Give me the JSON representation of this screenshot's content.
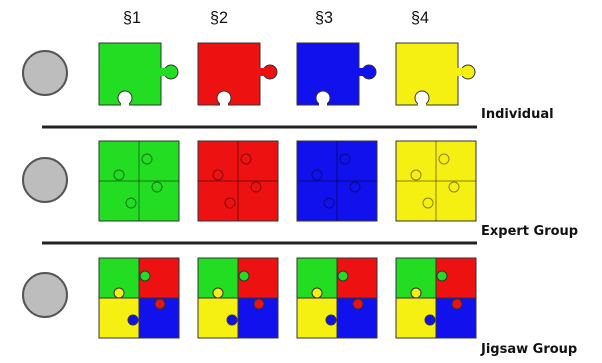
{
  "sections": [
    "§1",
    "§2",
    "§3",
    "§4"
  ],
  "rows": [
    {
      "label": "Individual",
      "kind": "single-piece"
    },
    {
      "label": "Expert Group",
      "kind": "four-piece-same-color"
    },
    {
      "label": "Jigsaw Group",
      "kind": "four-piece-mixed"
    }
  ],
  "colors": {
    "green": "#22dd22",
    "red": "#ee1111",
    "blue": "#1111ee",
    "yellow": "#f5f011",
    "circle_fill": "#bdbdbd",
    "circle_stroke": "#555555",
    "divider": "#222222"
  },
  "section_colors": [
    "green",
    "red",
    "blue",
    "yellow"
  ],
  "jigsaw_quadrants": {
    "top_left": "green",
    "top_right": "red",
    "bottom_left": "yellow",
    "bottom_right": "blue"
  }
}
